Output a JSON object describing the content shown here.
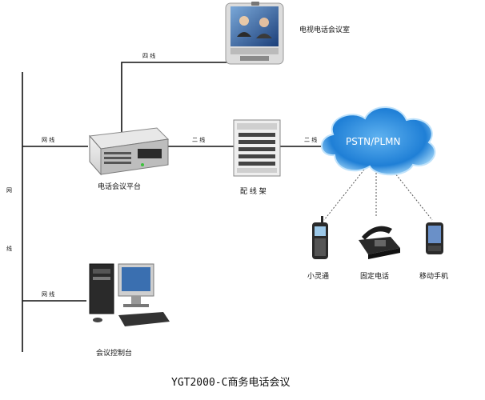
{
  "title": "YGT2000-C商务电话会议",
  "nodes": {
    "video_room": "电视电话会议室",
    "platform": "电话会议平台",
    "distribution_frame": "配 线 架",
    "cloud": "PSTN/PLMN",
    "xiaolingtong": "小灵通",
    "fixed_phone": "固定电话",
    "mobile_phone": "移动手机",
    "console": "会议控制台"
  },
  "links": {
    "four_wire": "四 线",
    "two_wire_1": "二 线",
    "two_wire_2": "二 线",
    "net_platform": "网 线",
    "net_console": "网 线",
    "backbone_char1": "网",
    "backbone_char2": "线"
  },
  "colors": {
    "line": "#111111",
    "cloud_fill": "#2f8fe0",
    "cloud_edge": "#8fcaf5"
  }
}
